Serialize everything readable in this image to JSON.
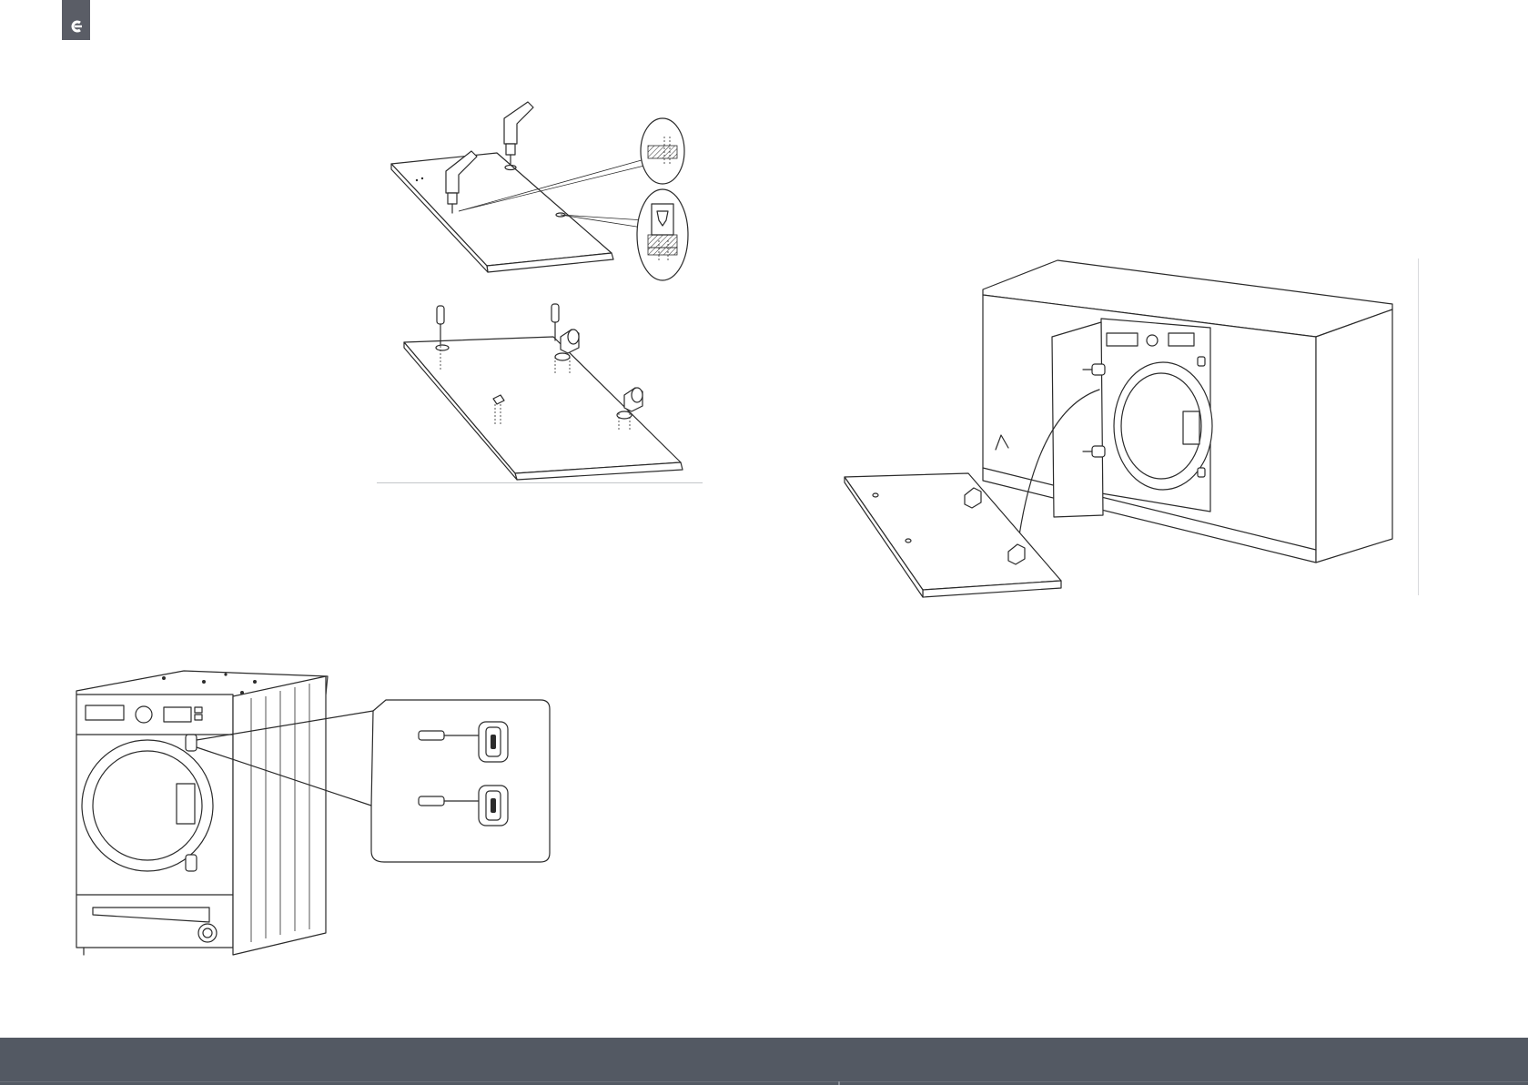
{
  "document": {
    "logo": {
      "icon": "brand-logo-icon",
      "background": "#5a5d66"
    },
    "figures": [
      {
        "id": "drilling-door-panel",
        "icon": "drill-icon"
      },
      {
        "id": "screwing-hinges-to-panel",
        "icon": "screwdriver-icon"
      },
      {
        "id": "machine-hinge-plates-detail",
        "icon": "washing-machine-icon"
      },
      {
        "id": "mounting-door-panel-on-cabinet",
        "icon": "cabinet-icon"
      }
    ],
    "footer": {
      "background": "#535963"
    }
  }
}
